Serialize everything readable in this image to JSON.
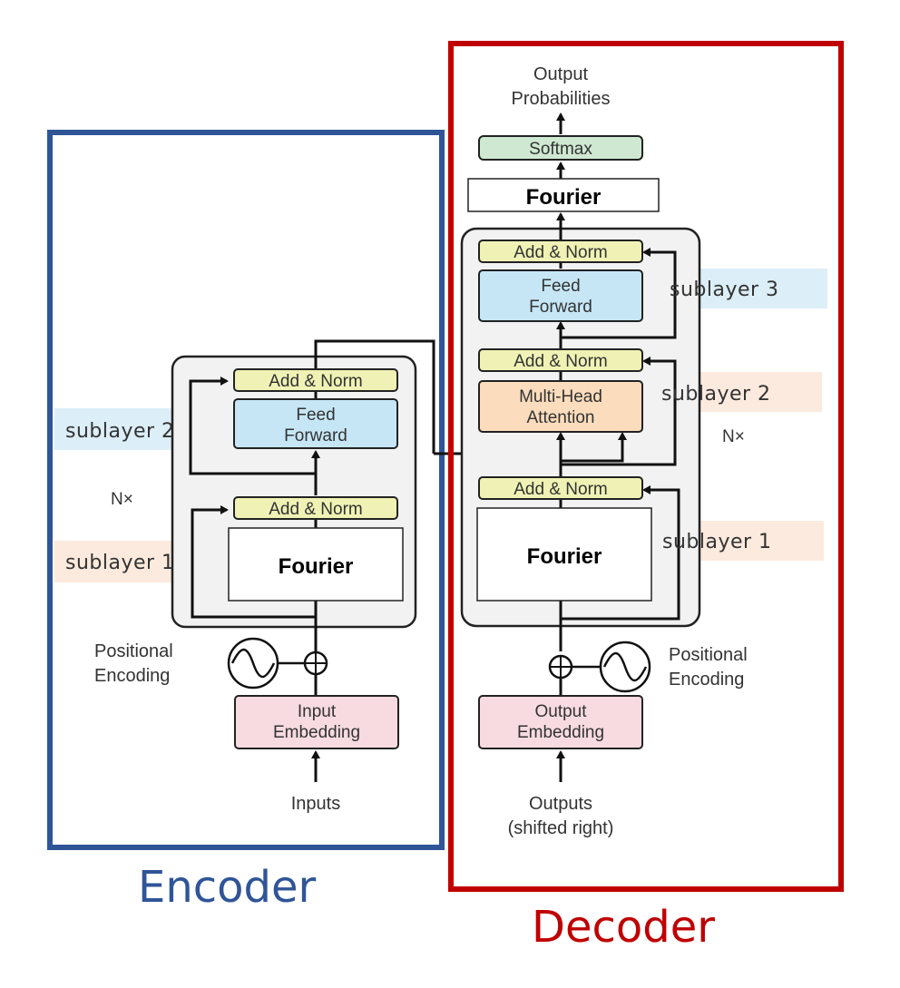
{
  "colors": {
    "encoder_frame": "#2f5597",
    "decoder_frame": "#c00000",
    "add_norm": "#eff2b4",
    "feed_forward": "#c6e6f6",
    "attention": "#fbdcbc",
    "embedding": "#f7dbe0",
    "softmax": "#cfe8d2",
    "layer_panel": "#f2f2f2",
    "sublayer_blue": "#dceef8",
    "sublayer_orange": "#fbeadd"
  },
  "encoder": {
    "title": "Encoder",
    "add_norm_top": "Add & Norm",
    "feed_forward": [
      "Feed",
      "Forward"
    ],
    "add_norm_bottom": "Add & Norm",
    "fourier": "Fourier",
    "repeat": "N×",
    "sublayer_2": "sublayer 2",
    "sublayer_1": "sublayer 1",
    "positional": [
      "Positional",
      "Encoding"
    ],
    "embedding": [
      "Input",
      "Embedding"
    ],
    "inputs": "Inputs"
  },
  "decoder": {
    "title": "Decoder",
    "output_probs": [
      "Output",
      "Probabilities"
    ],
    "softmax": "Softmax",
    "fourier_top": "Fourier",
    "add_norm_3": "Add & Norm",
    "feed_forward": [
      "Feed",
      "Forward"
    ],
    "sublayer_3": "sublayer 3",
    "add_norm_2": "Add & Norm",
    "attention": [
      "Multi-Head",
      "Attention"
    ],
    "sublayer_2": "sublayer 2",
    "repeat": "N×",
    "add_norm_1": "Add & Norm",
    "fourier": "Fourier",
    "sublayer_1": "sublayer 1",
    "positional": [
      "Positional",
      "Encoding"
    ],
    "embedding": [
      "Output",
      "Embedding"
    ],
    "outputs": [
      "Outputs",
      "(shifted right)"
    ]
  }
}
